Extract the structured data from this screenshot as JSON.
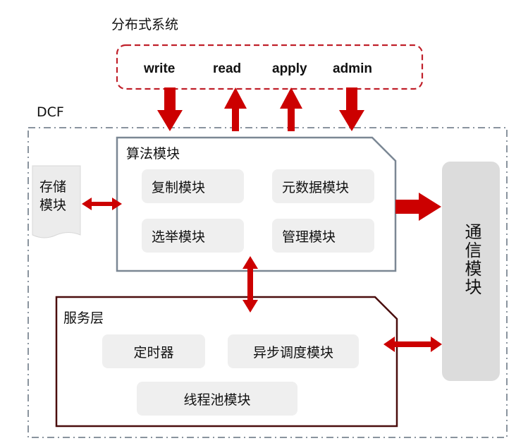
{
  "system": {
    "title": "分布式系统",
    "apis": [
      "write",
      "read",
      "apply",
      "admin"
    ]
  },
  "dcf": {
    "label": "DCF",
    "storage": {
      "line1": "存储",
      "line2": "模块"
    },
    "algorithm": {
      "title": "算法模块",
      "modules": [
        "复制模块",
        "元数据模块",
        "选举模块",
        "管理模块"
      ]
    },
    "service": {
      "title": "服务层",
      "modules": [
        "定时器",
        "异步调度模块",
        "线程池模块"
      ]
    },
    "comm": {
      "label": "通信模块"
    }
  },
  "colors": {
    "arrow": "#cc0000",
    "dashed_border": "#c0202a",
    "dcf_border": "#8a949e",
    "algo_border": "#7b8794",
    "service_border": "#4a0d0d",
    "module_fill": "#efefef",
    "comm_fill": "#dcdcdc"
  }
}
